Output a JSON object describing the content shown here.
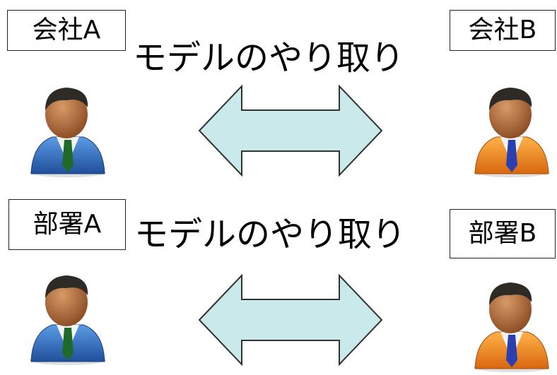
{
  "rows": [
    {
      "left_label": "会社A",
      "right_label": "会社B",
      "caption": "モデルのやり取り"
    },
    {
      "left_label": "部署A",
      "right_label": "部署B",
      "caption": "モデルのやり取り"
    }
  ],
  "colors": {
    "arrow_fill": "#c9e9ea",
    "arrow_stroke": "#333333",
    "person_left_suit": "#2f6fc4",
    "person_right_suit": "#f08a1a",
    "person_left_tie": "#1f6a2a",
    "person_right_tie": "#2b3fb0",
    "skin": "#b86a3a",
    "hair": "#2e2a26"
  },
  "icons": {
    "left_person": "person-blue-suit-icon",
    "right_person": "person-orange-suit-icon",
    "exchange": "double-arrow-icon"
  }
}
